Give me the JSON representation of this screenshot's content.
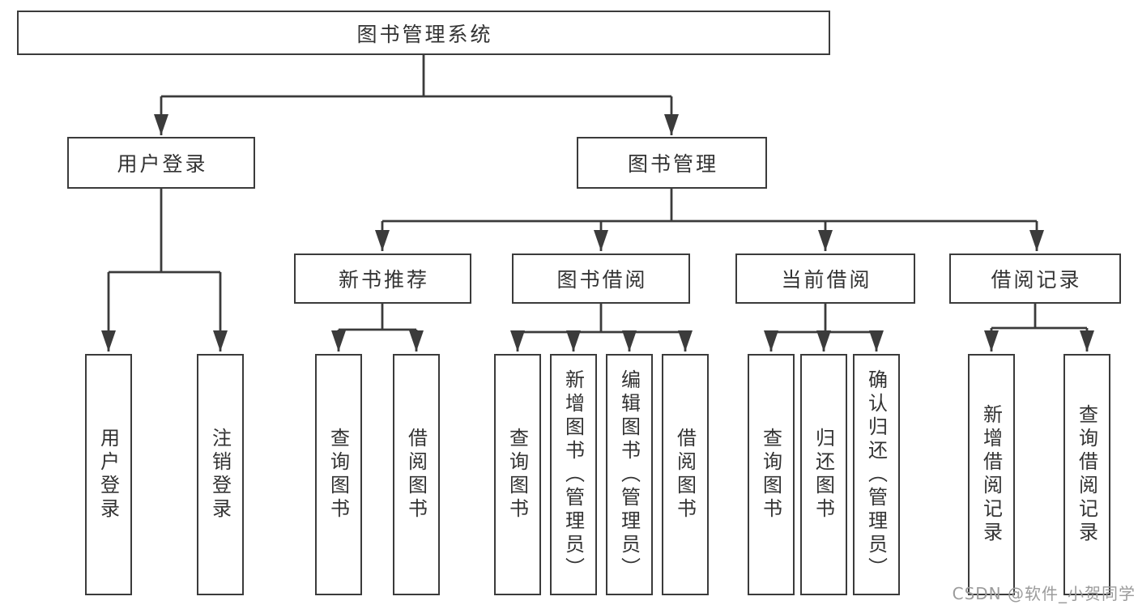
{
  "diagram": {
    "title_note": "functional structure tree",
    "root": {
      "label": "图书管理系统"
    },
    "branches": [
      {
        "label": "用户登录",
        "children": [
          {
            "label": "用户登录"
          },
          {
            "label": "注销登录"
          }
        ]
      },
      {
        "label": "图书管理",
        "children": [
          {
            "label": "新书推荐",
            "children": [
              {
                "label": "查询图书"
              },
              {
                "label": "借阅图书"
              }
            ]
          },
          {
            "label": "图书借阅",
            "children": [
              {
                "label": "查询图书"
              },
              {
                "label": "新增图书（管理员）"
              },
              {
                "label": "编辑图书（管理员）"
              },
              {
                "label": "借阅图书"
              }
            ]
          },
          {
            "label": "当前借阅",
            "children": [
              {
                "label": "查询图书"
              },
              {
                "label": "归还图书"
              },
              {
                "label": "确认归还（管理员）"
              }
            ]
          },
          {
            "label": "借阅记录",
            "children": [
              {
                "label": "新增借阅记录"
              },
              {
                "label": "查询借阅记录"
              }
            ]
          }
        ]
      }
    ]
  },
  "watermark": {
    "text": "CSDN @软件_小贺同学"
  },
  "colors": {
    "background": "#ffffff",
    "line": "#3b3b3b",
    "box_border": "#3b3b3b",
    "text": "#333333",
    "watermark": "#9b9b9b"
  }
}
